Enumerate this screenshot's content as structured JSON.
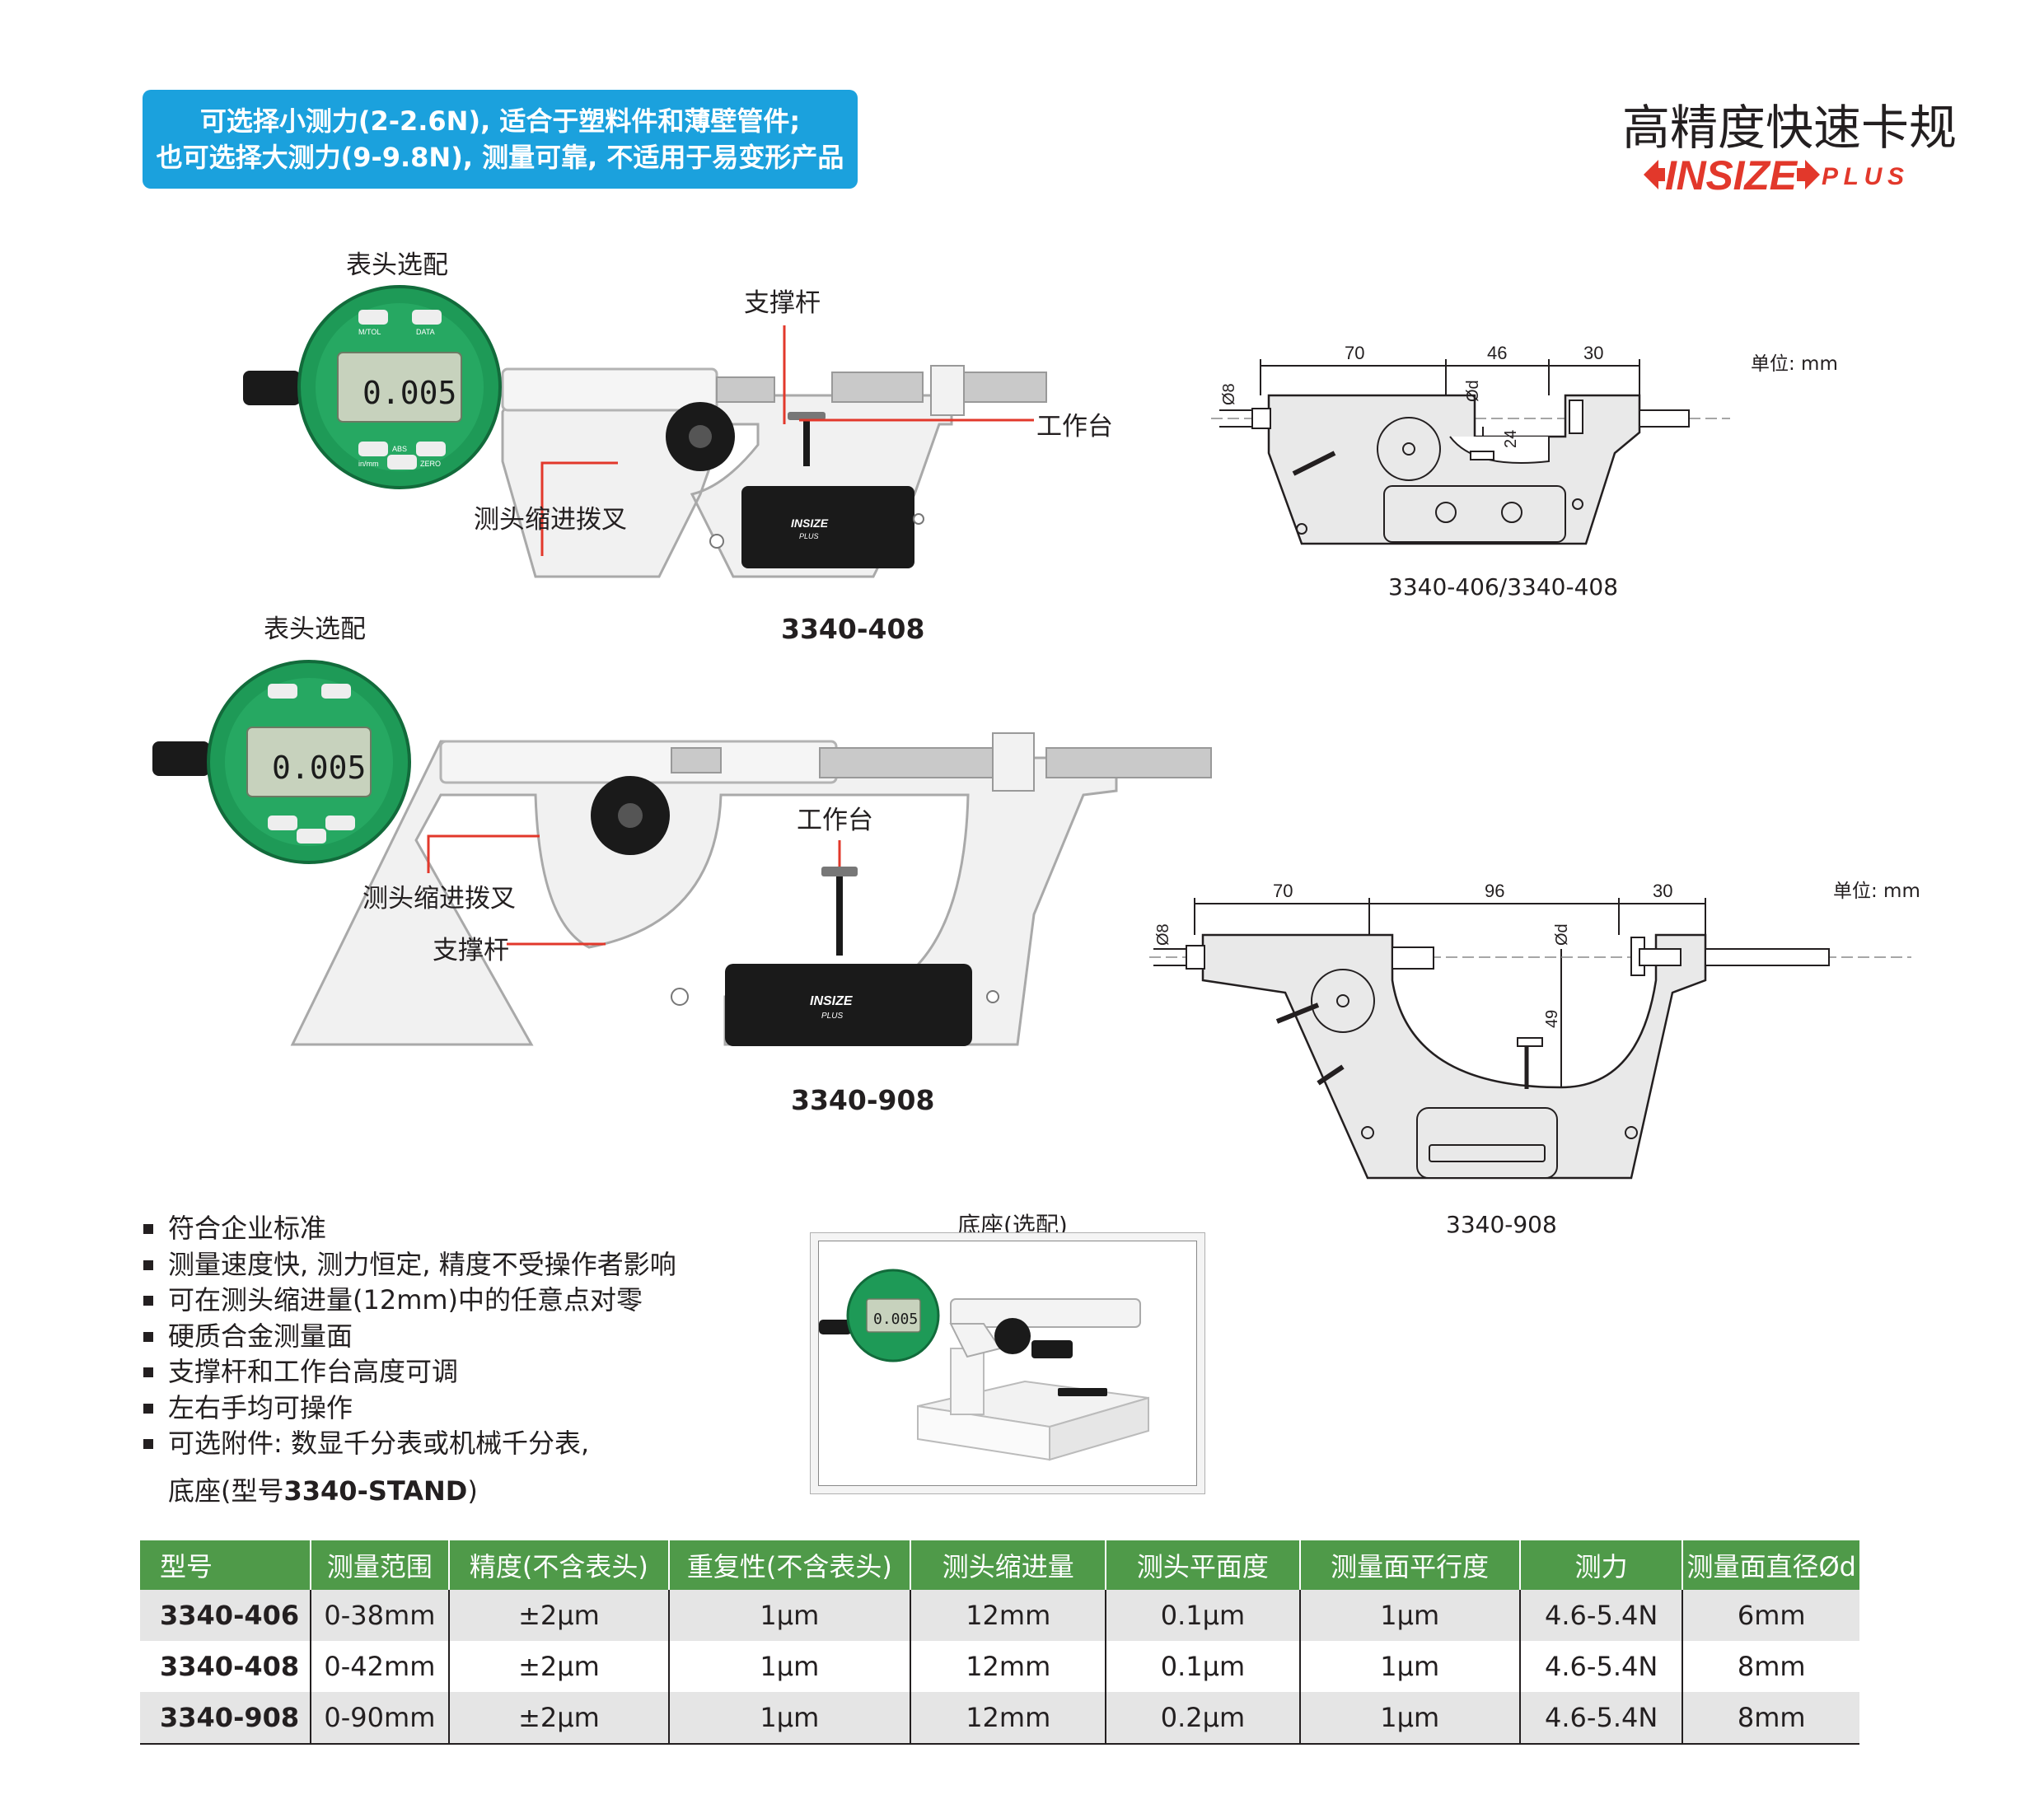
{
  "banner": {
    "line1": "可选择小测力(2-2.6N), 适合于塑料件和薄壁管件;",
    "line2": "也可选择大测力(9-9.8N), 测量可靠, 不适用于易变形产品"
  },
  "header": {
    "title": "高精度快速卡规",
    "brand": "INSIZE",
    "brand_suffix": "PLUS"
  },
  "colors": {
    "banner_blue": "#1ba1dd",
    "table_green": "#4f9a49",
    "brand_red": "#e2382b",
    "dial_green": "#1e9a57",
    "callout_red": "#e2382b"
  },
  "product_408": {
    "dial_option": "表头选配",
    "support_rod": "支撑杆",
    "worktable": "工作台",
    "retract_lever": "测头缩进拨叉",
    "model": "3340-408",
    "display": "0.005",
    "btn_tol": "M/TOL",
    "btn_data": "DATA",
    "btn_inmm": "in/mm",
    "btn_abs": "ABS",
    "btn_zero": "ZERO"
  },
  "product_908": {
    "dial_option": "表头选配",
    "worktable": "工作台",
    "retract_lever": "测头缩进拨叉",
    "support_rod": "支撑杆",
    "model": "3340-908",
    "display": "0.005"
  },
  "drawing_406": {
    "dim_70": "70",
    "dim_46": "46",
    "dim_30": "30",
    "dia8": "Ø8",
    "dia_d": "Ød",
    "dim_24": "24",
    "unit": "单位: mm",
    "caption": "3340-406/3340-408"
  },
  "drawing_908": {
    "dim_70": "70",
    "dim_96": "96",
    "dim_30": "30",
    "dia8": "Ø8",
    "dia_d": "Ød",
    "dim_49": "49",
    "unit": "单位: mm",
    "caption": "3340-908"
  },
  "features": [
    "符合企业标准",
    "测量速度快, 测力恒定, 精度不受操作者影响",
    "可在测头缩进量(12mm)中的任意点对零",
    "硬质合金测量面",
    "支撑杆和工作台高度可调",
    "左右手均可操作",
    "可选附件: 数显千分表或机械千分表,"
  ],
  "features_last_prefix": "底座(型号",
  "features_last_bold": "3340-STAND",
  "features_last_suffix": ")",
  "stand": {
    "caption": "底座(选配)",
    "display": "0.005"
  },
  "table": {
    "headers": [
      "型号",
      "测量范围",
      "精度(不含表头)",
      "重复性(不含表头)",
      "测头缩进量",
      "测头平面度",
      "测量面平行度",
      "测力",
      "测量面直径Ød"
    ],
    "rows": [
      [
        "3340-406",
        "0-38mm",
        "±2μm",
        "1μm",
        "12mm",
        "0.1μm",
        "1μm",
        "4.6-5.4N",
        "6mm"
      ],
      [
        "3340-408",
        "0-42mm",
        "±2μm",
        "1μm",
        "12mm",
        "0.1μm",
        "1μm",
        "4.6-5.4N",
        "8mm"
      ],
      [
        "3340-908",
        "0-90mm",
        "±2μm",
        "1μm",
        "12mm",
        "0.2μm",
        "1μm",
        "4.6-5.4N",
        "8mm"
      ]
    ]
  }
}
